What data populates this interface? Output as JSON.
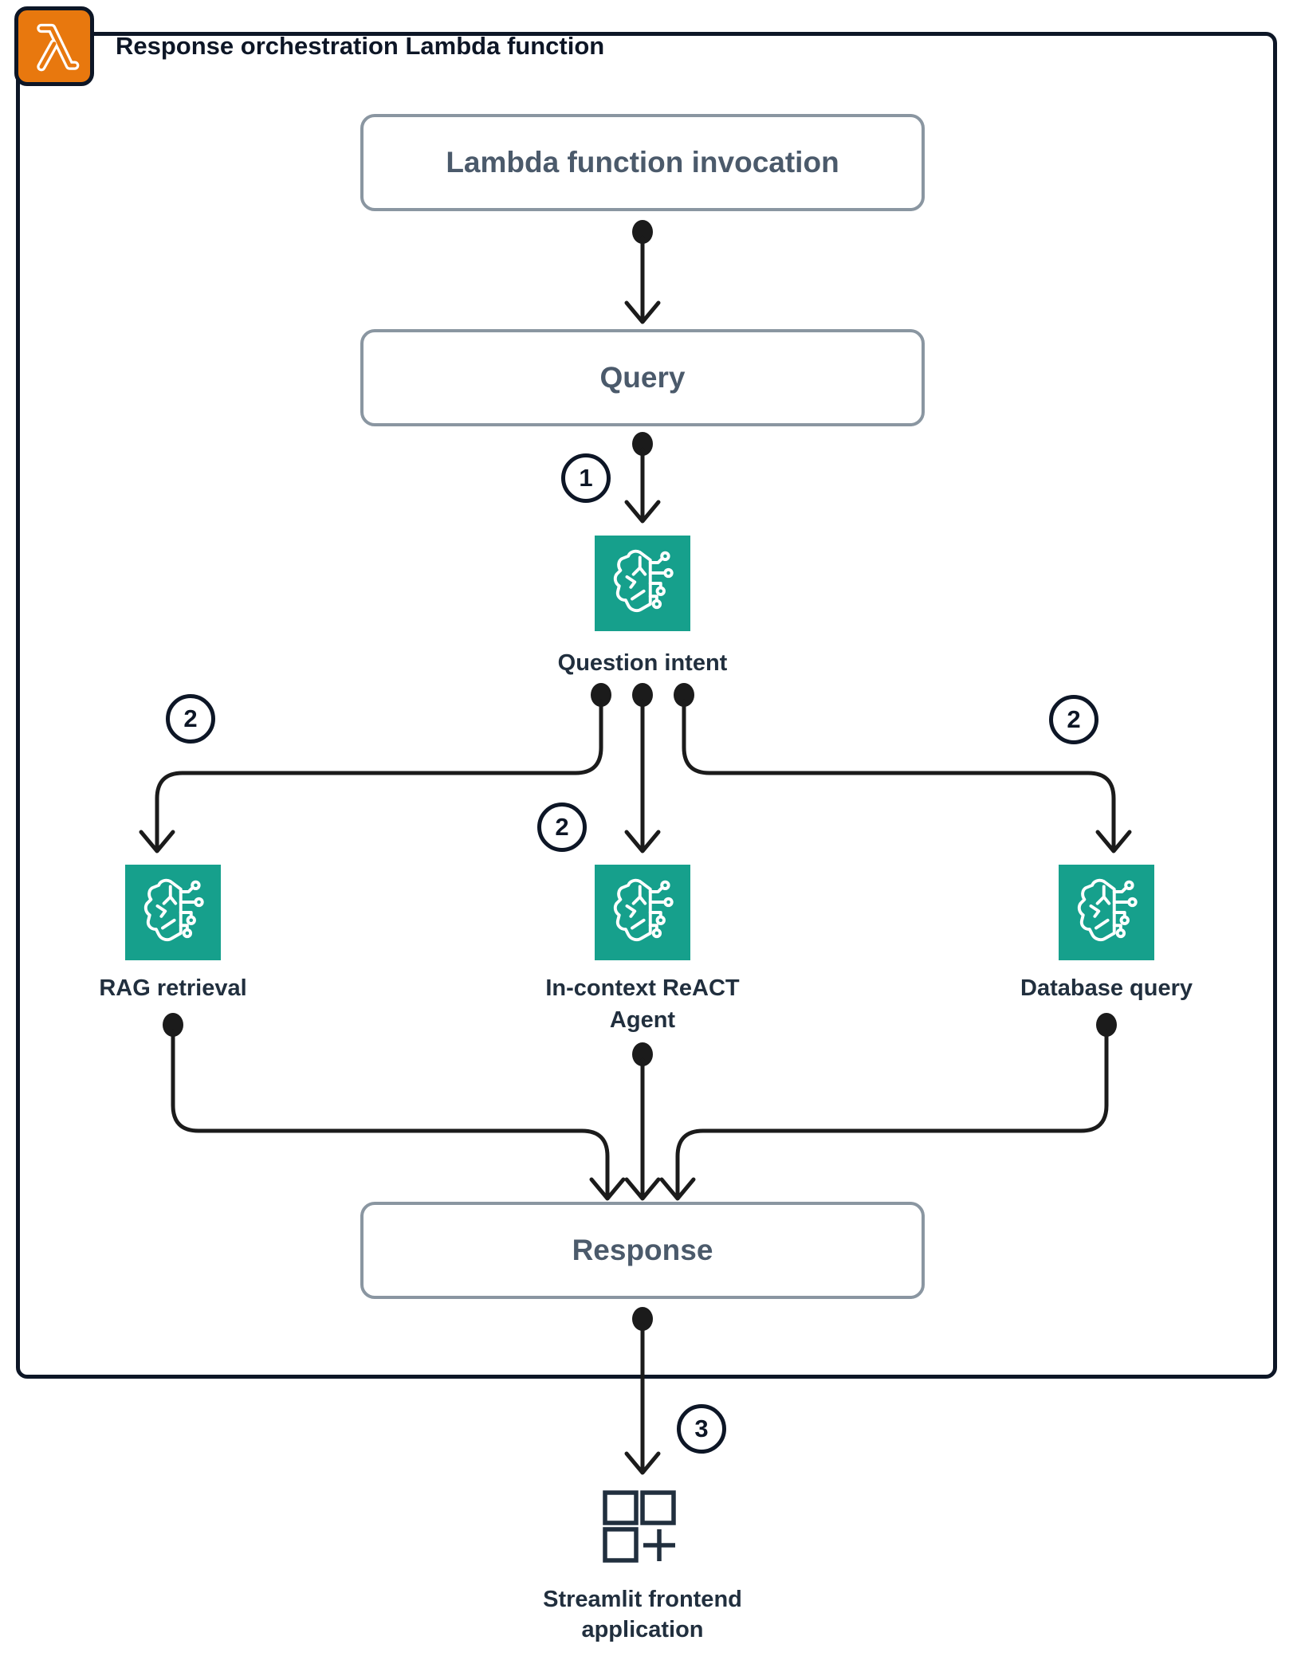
{
  "diagram": {
    "container_title": "Response orchestration Lambda function",
    "colors": {
      "navy": "#0D1626",
      "orange": "#E8780E",
      "teal": "#16A08C",
      "line": "#1B1B1B",
      "box_border": "#8A96A1",
      "box_text": "#4B5A6B",
      "label": "#212F3E"
    },
    "nodes": {
      "invocation": {
        "label": "Lambda function invocation"
      },
      "query": {
        "label": "Query"
      },
      "question_intent": {
        "label": "Question intent",
        "icon": "ml-brain-circuit-icon"
      },
      "rag": {
        "label": "RAG retrieval",
        "icon": "ml-brain-circuit-icon"
      },
      "agent": {
        "label": "In-context ReACT Agent",
        "icon": "ml-brain-circuit-icon"
      },
      "db": {
        "label": "Database query",
        "icon": "ml-brain-circuit-icon"
      },
      "response": {
        "label": "Response"
      },
      "frontend": {
        "label": "Streamlit frontend application",
        "icon": "app-grid-plus-icon"
      }
    },
    "step_badges": [
      {
        "id": "step-1",
        "label": "1"
      },
      {
        "id": "step-2-left",
        "label": "2"
      },
      {
        "id": "step-2-middle",
        "label": "2"
      },
      {
        "id": "step-2-right",
        "label": "2"
      },
      {
        "id": "step-3",
        "label": "3"
      }
    ]
  }
}
